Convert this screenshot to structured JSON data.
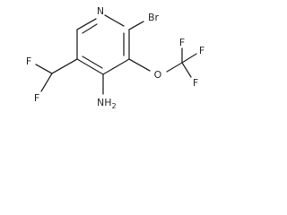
{
  "molecule": {
    "atoms": {
      "n1": "N",
      "br": "Br",
      "o": "O",
      "f_cf3_a": "F",
      "f_cf3_b": "F",
      "f_cf3_c": "F",
      "f_chf2_a": "F",
      "f_chf2_b": "F",
      "nh2": "NH",
      "nh2_sub": "2"
    }
  }
}
